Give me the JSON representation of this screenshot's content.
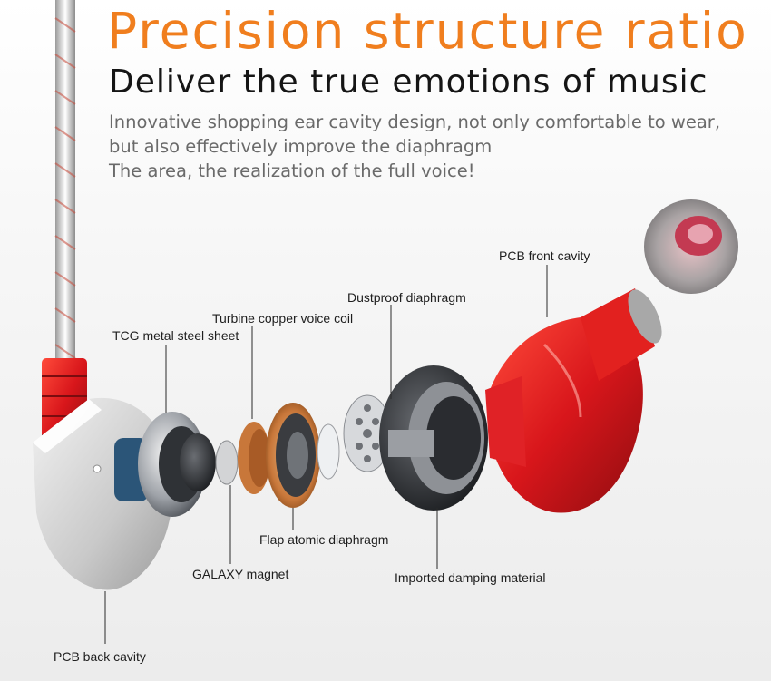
{
  "heading": {
    "title": "Precision structure ratio",
    "subtitle": "Deliver the true emotions of music",
    "description": [
      "Innovative shopping ear cavity design, not only comfortable to wear,",
      "but also effectively improve the diaphragm",
      "The area, the realization of the full voice!"
    ]
  },
  "labels": {
    "pcb_front_cavity": "PCB front cavity",
    "dustproof_diaphragm": "Dustproof diaphragm",
    "turbine_copper_voice_coil": "Turbine copper voice coil",
    "tcg_metal_steel_sheet": "TCG metal steel sheet",
    "flap_atomic_diaphragm": "Flap atomic diaphragm",
    "galaxy_magnet": "GALAXY magnet",
    "imported_damping_material": "Imported damping material",
    "pcb_back_cavity": "PCB back cavity"
  },
  "colors": {
    "title": "#f07e1e",
    "shell_red": "#d8161b",
    "copper": "#c8773a",
    "metal": "#8a8e94"
  }
}
